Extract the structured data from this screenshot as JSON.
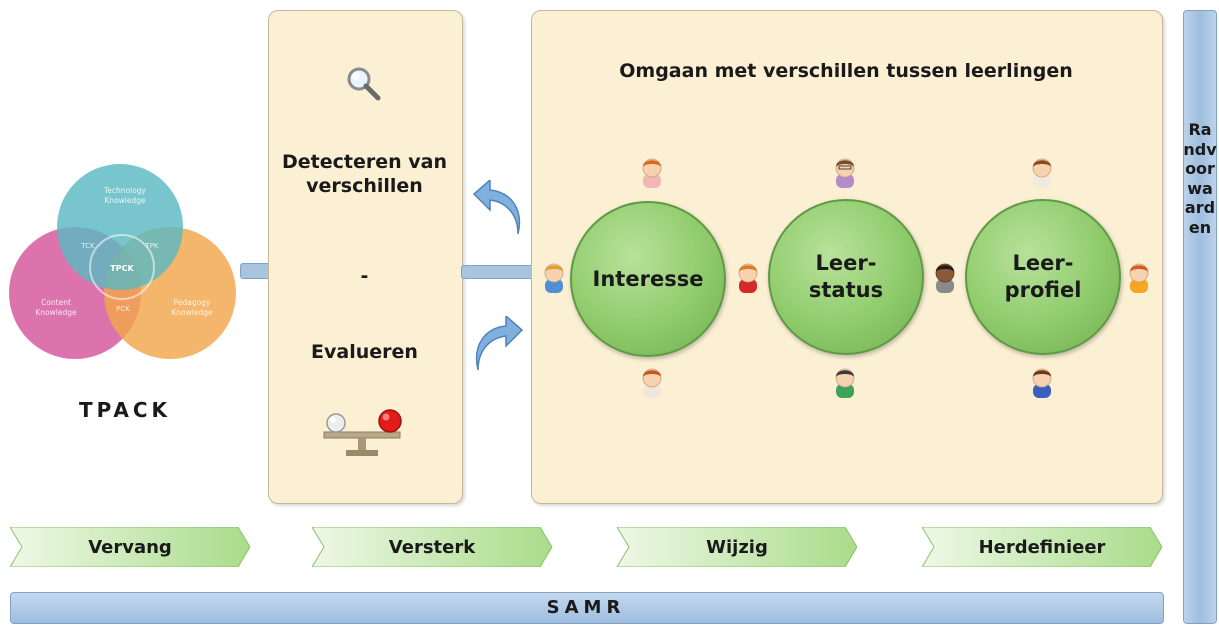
{
  "tpack": {
    "label": "TPACK",
    "technology": "Technology\nKnowledge",
    "content": "Content\nKnowledge",
    "pedagogy": "Pedagogy\nKnowledge",
    "tck": "TCK",
    "tpk": "TPK",
    "pck": "PCK",
    "tpck": "TPCK"
  },
  "detect_panel": {
    "title_line1": "Detecteren van",
    "title_line2": "verschillen",
    "dash": "-",
    "evaluate": "Evalueren"
  },
  "main_panel": {
    "title": "Omgaan met verschillen tussen leerlingen",
    "bubbles": [
      "Interesse",
      "Leer-\nstatus",
      "Leer-\nprofiel"
    ]
  },
  "rand": {
    "label": "Randvoorwaarden"
  },
  "samr": {
    "label": "SAMR",
    "stages": [
      "Vervang",
      "Versterk",
      "Wijzig",
      "Herdefinieer"
    ]
  },
  "colors": {
    "panel": "#fbefd4",
    "bubble": "#8fcb6c",
    "bar": "#a9c4df",
    "stage": "#c9e6b6",
    "technology": "#5bb8c2",
    "content": "#d6549a",
    "pedagogy": "#f2a64a"
  },
  "icons": [
    "magnifier-icon",
    "balance-scale-icon",
    "curved-arrow-icon",
    "person-icon"
  ]
}
